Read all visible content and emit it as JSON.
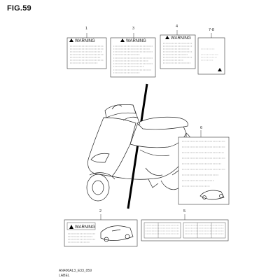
{
  "figure": {
    "title": "FIG.59"
  },
  "callouts": {
    "c1": "1",
    "c3": "3",
    "c4": "4",
    "c78": "7-8",
    "c6": "6",
    "c2": "2",
    "c5": "5"
  },
  "labels": {
    "warning_text_1": "WARNING",
    "warning_text_3": "WARNING",
    "warning_text_4": "WARNING",
    "warning_text_2": "WARNING"
  },
  "footer": {
    "code": "AN400AL3_E33_059",
    "caption": "LABEL"
  },
  "colors": {
    "ink": "#111111",
    "line": "#555555",
    "accent": "#000000"
  }
}
